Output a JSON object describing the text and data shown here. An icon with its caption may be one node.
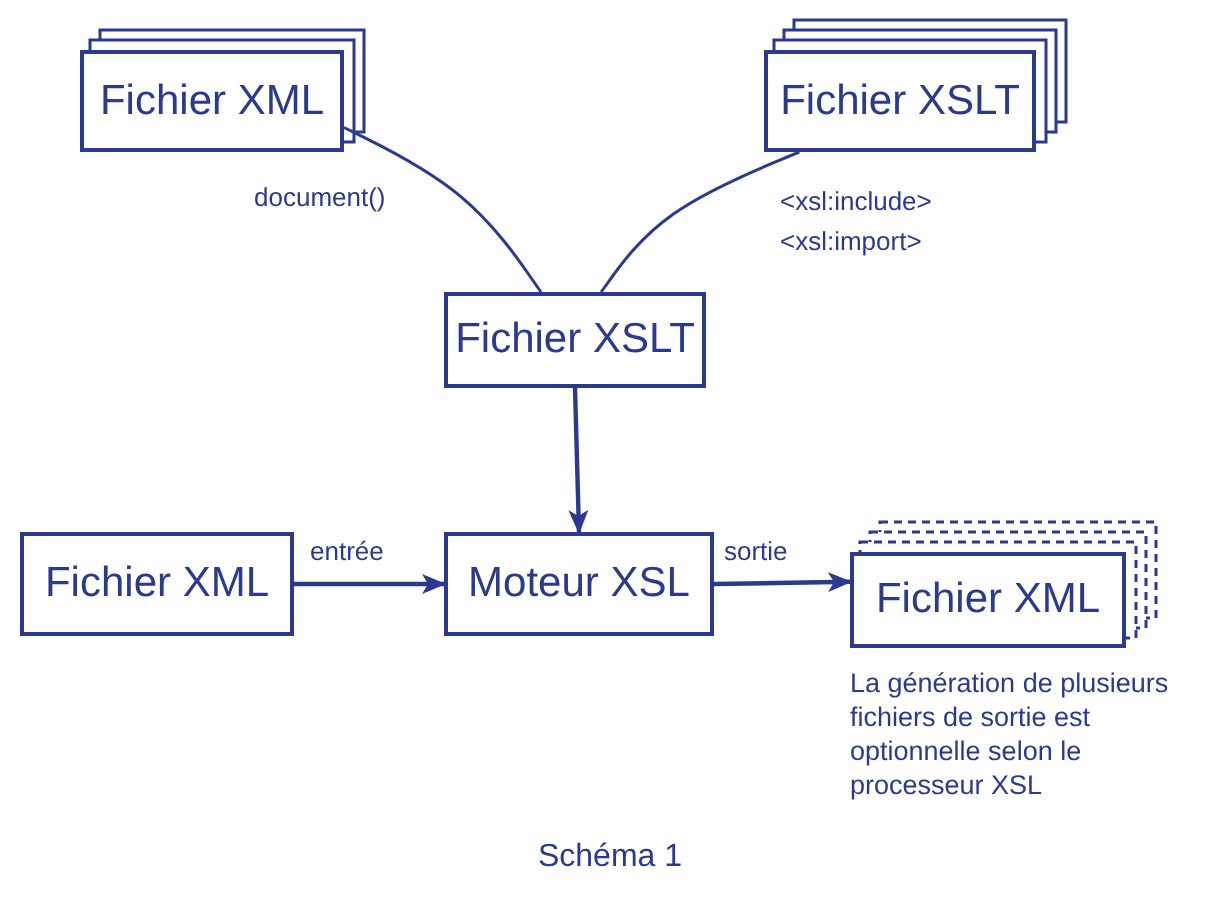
{
  "diagram": {
    "caption": "Schéma 1",
    "nodes": [
      {
        "text": [
          "Fichier XML"
        ]
      },
      {
        "text": [
          "Fichier XSLT"
        ]
      },
      {
        "text": [
          "Fichier XSLT"
        ]
      },
      {
        "text": [
          "Fichier XML"
        ]
      },
      {
        "text": [
          "Moteur XSL"
        ]
      },
      {
        "text": [
          "Fichier XML"
        ],
        "beside": [
          "La génération de plusieurs fichiers de sortie est optionnelle selon le processeur XSL"
        ]
      }
    ],
    "edges": [
      {
        "from": 0,
        "to": 2,
        "arrow": "none",
        "label": "document()"
      },
      {
        "from": 1,
        "to": 2,
        "arrow": "none",
        "label": "<xsl:include> <xsl:import>"
      },
      {
        "from": 2,
        "to": 4,
        "arrow": "to"
      },
      {
        "from": 3,
        "to": 4,
        "arrow": "to",
        "label": "entrée"
      },
      {
        "from": 4,
        "to": 5,
        "arrow": "to",
        "label": "sortie"
      }
    ]
  }
}
